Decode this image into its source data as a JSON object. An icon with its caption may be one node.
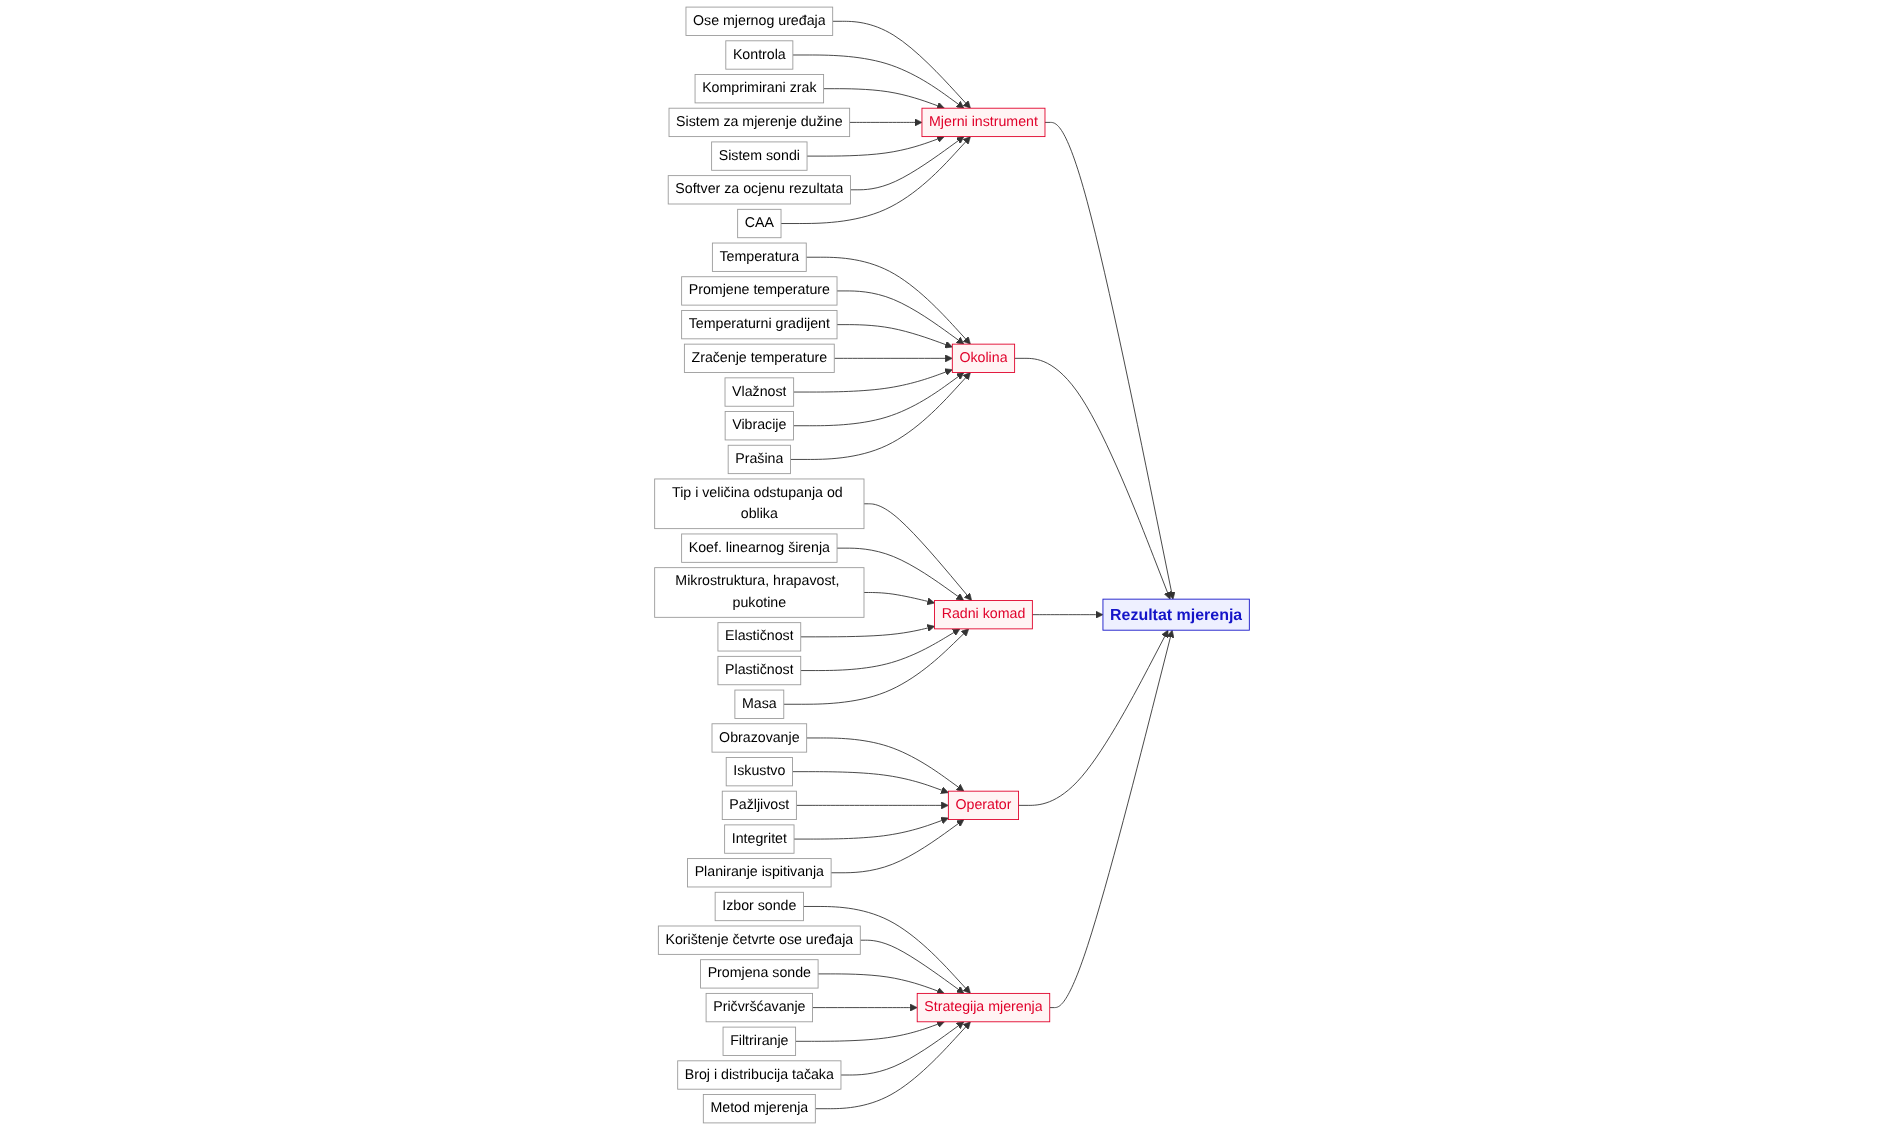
{
  "diagram": {
    "nodes": [
      {
        "text": [
          "Mjerni instrument"
        ]
      },
      {
        "text": [
          "Ose mjernog uređaja"
        ]
      },
      {
        "text": [
          "Kontrola"
        ]
      },
      {
        "text": [
          "Komprimirani zrak"
        ]
      },
      {
        "text": [
          "Sistem za mjerenje dužine"
        ]
      },
      {
        "text": [
          "Sistem sondi"
        ]
      },
      {
        "text": [
          "Softver za ocjenu rezultata"
        ]
      },
      {
        "text": [
          "CAA"
        ]
      },
      {
        "text": [
          "Okolina"
        ]
      },
      {
        "text": [
          "Temperatura"
        ]
      },
      {
        "text": [
          "Promjene temperature"
        ]
      },
      {
        "text": [
          "Temperaturni gradijent"
        ]
      },
      {
        "text": [
          "Zračenje temperature"
        ]
      },
      {
        "text": [
          "Vlažnost"
        ]
      },
      {
        "text": [
          "Vibracije"
        ]
      },
      {
        "text": [
          "Prašina"
        ]
      },
      {
        "text": [
          "Radni komad"
        ]
      },
      {
        "text": [
          "Tip i veličina odstupanja od oblika"
        ]
      },
      {
        "text": [
          "Koef. linearnog širenja"
        ]
      },
      {
        "text": [
          "Mikrostruktura, hrapavost, pukotine"
        ]
      },
      {
        "text": [
          "Elastičnost"
        ]
      },
      {
        "text": [
          "Plastičnost"
        ]
      },
      {
        "text": [
          "Masa"
        ]
      },
      {
        "text": [
          "Operator"
        ]
      },
      {
        "text": [
          "Obrazovanje"
        ]
      },
      {
        "text": [
          "Iskustvo"
        ]
      },
      {
        "text": [
          "Pažljivost"
        ]
      },
      {
        "text": [
          "Integritet"
        ]
      },
      {
        "text": [
          "Planiranje ispitivanja"
        ]
      },
      {
        "text": [
          "Strategija mjerenja"
        ]
      },
      {
        "text": [
          "Izbor sonde"
        ]
      },
      {
        "text": [
          "Korištenje četvrte ose uređaja"
        ]
      },
      {
        "text": [
          "Promjena sonde"
        ]
      },
      {
        "text": [
          "Pričvršćavanje"
        ]
      },
      {
        "text": [
          "Filtriranje"
        ]
      },
      {
        "text": [
          "Broj i distribucija tačaka"
        ]
      },
      {
        "text": [
          "Metod mjerenja"
        ]
      },
      {
        "text": [
          "Rezultat mjerenja"
        ]
      }
    ],
    "edges": [
      {
        "from": 1,
        "to": 0,
        "arrow": "to"
      },
      {
        "from": 2,
        "to": 0,
        "arrow": "to"
      },
      {
        "from": 3,
        "to": 0,
        "arrow": "to"
      },
      {
        "from": 4,
        "to": 0,
        "arrow": "to"
      },
      {
        "from": 5,
        "to": 0,
        "arrow": "to"
      },
      {
        "from": 6,
        "to": 0,
        "arrow": "to"
      },
      {
        "from": 7,
        "to": 0,
        "arrow": "to"
      },
      {
        "from": 0,
        "to": 37,
        "arrow": "to"
      },
      {
        "from": 9,
        "to": 8,
        "arrow": "to"
      },
      {
        "from": 10,
        "to": 8,
        "arrow": "to"
      },
      {
        "from": 11,
        "to": 8,
        "arrow": "to"
      },
      {
        "from": 12,
        "to": 8,
        "arrow": "to"
      },
      {
        "from": 13,
        "to": 8,
        "arrow": "to"
      },
      {
        "from": 14,
        "to": 8,
        "arrow": "to"
      },
      {
        "from": 15,
        "to": 8,
        "arrow": "to"
      },
      {
        "from": 8,
        "to": 37,
        "arrow": "to"
      },
      {
        "from": 17,
        "to": 16,
        "arrow": "to"
      },
      {
        "from": 18,
        "to": 16,
        "arrow": "to"
      },
      {
        "from": 19,
        "to": 16,
        "arrow": "to"
      },
      {
        "from": 20,
        "to": 16,
        "arrow": "to"
      },
      {
        "from": 21,
        "to": 16,
        "arrow": "to"
      },
      {
        "from": 22,
        "to": 16,
        "arrow": "to"
      },
      {
        "from": 16,
        "to": 37,
        "arrow": "to"
      },
      {
        "from": 24,
        "to": 23,
        "arrow": "to"
      },
      {
        "from": 25,
        "to": 23,
        "arrow": "to"
      },
      {
        "from": 26,
        "to": 23,
        "arrow": "to"
      },
      {
        "from": 27,
        "to": 23,
        "arrow": "to"
      },
      {
        "from": 28,
        "to": 23,
        "arrow": "to"
      },
      {
        "from": 23,
        "to": 37,
        "arrow": "to"
      },
      {
        "from": 30,
        "to": 29,
        "arrow": "to"
      },
      {
        "from": 31,
        "to": 29,
        "arrow": "to"
      },
      {
        "from": 32,
        "to": 29,
        "arrow": "to"
      },
      {
        "from": 33,
        "to": 29,
        "arrow": "to"
      },
      {
        "from": 34,
        "to": 29,
        "arrow": "to"
      },
      {
        "from": 35,
        "to": 29,
        "arrow": "to"
      },
      {
        "from": 36,
        "to": 29,
        "arrow": "to"
      },
      {
        "from": 29,
        "to": 37,
        "arrow": "to"
      }
    ]
  }
}
